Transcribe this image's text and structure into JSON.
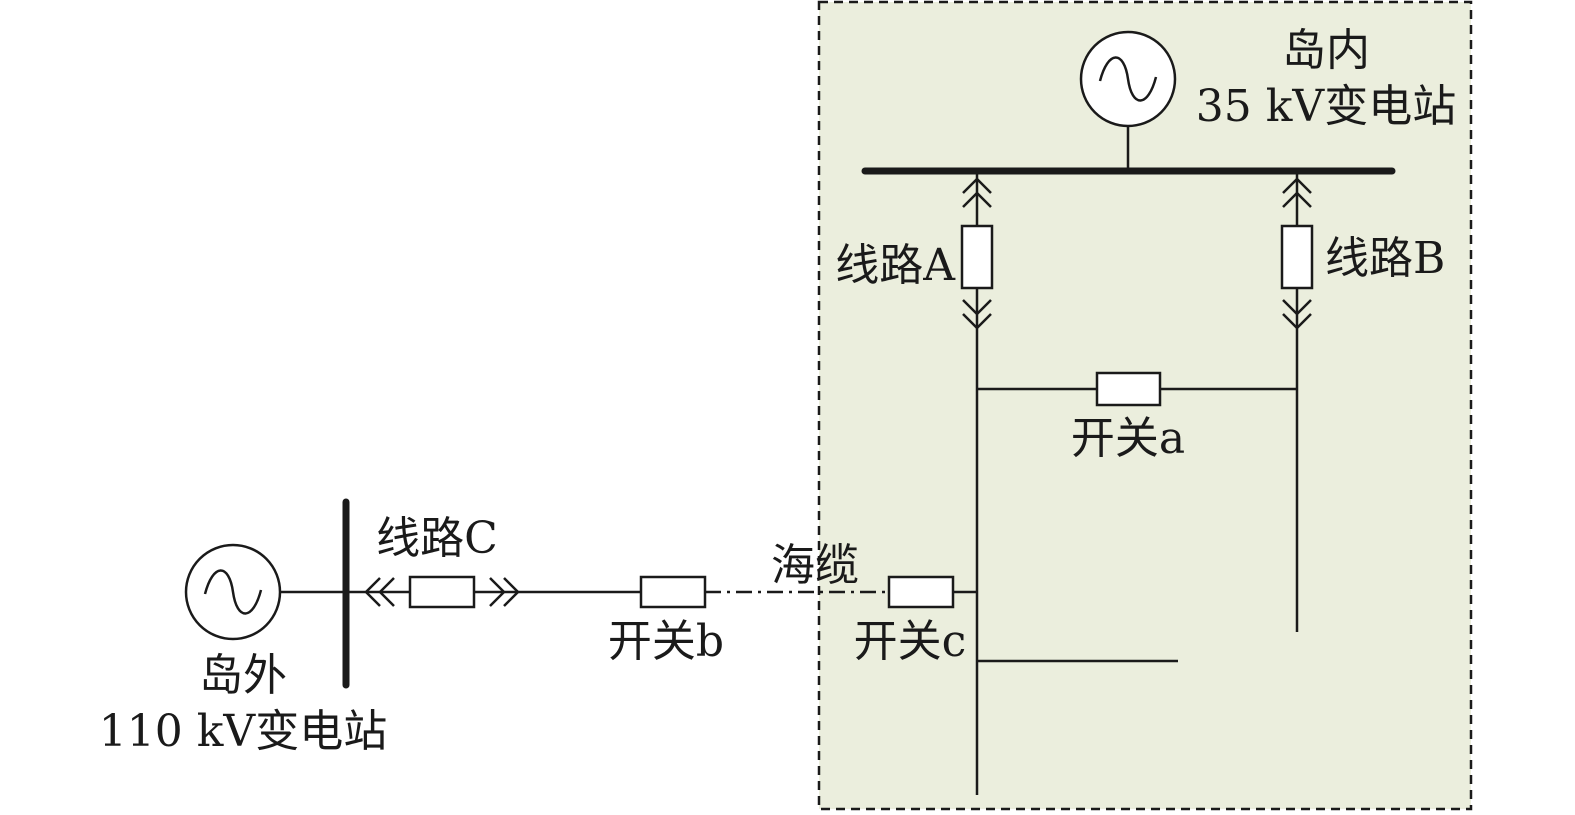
{
  "island_region": {
    "fill": "#ebeedd",
    "border": "#1a1a1a"
  },
  "island_substation": {
    "line1": "岛内",
    "line2": "35 kV变电站"
  },
  "external_substation": {
    "line1": "岛外",
    "line2": "110 kV变电站"
  },
  "lines": {
    "a": "线路A",
    "b": "线路B",
    "c": "线路C"
  },
  "switches": {
    "a": "开关a",
    "b": "开关b",
    "c": "开关c"
  },
  "cable": {
    "label": "海缆"
  }
}
